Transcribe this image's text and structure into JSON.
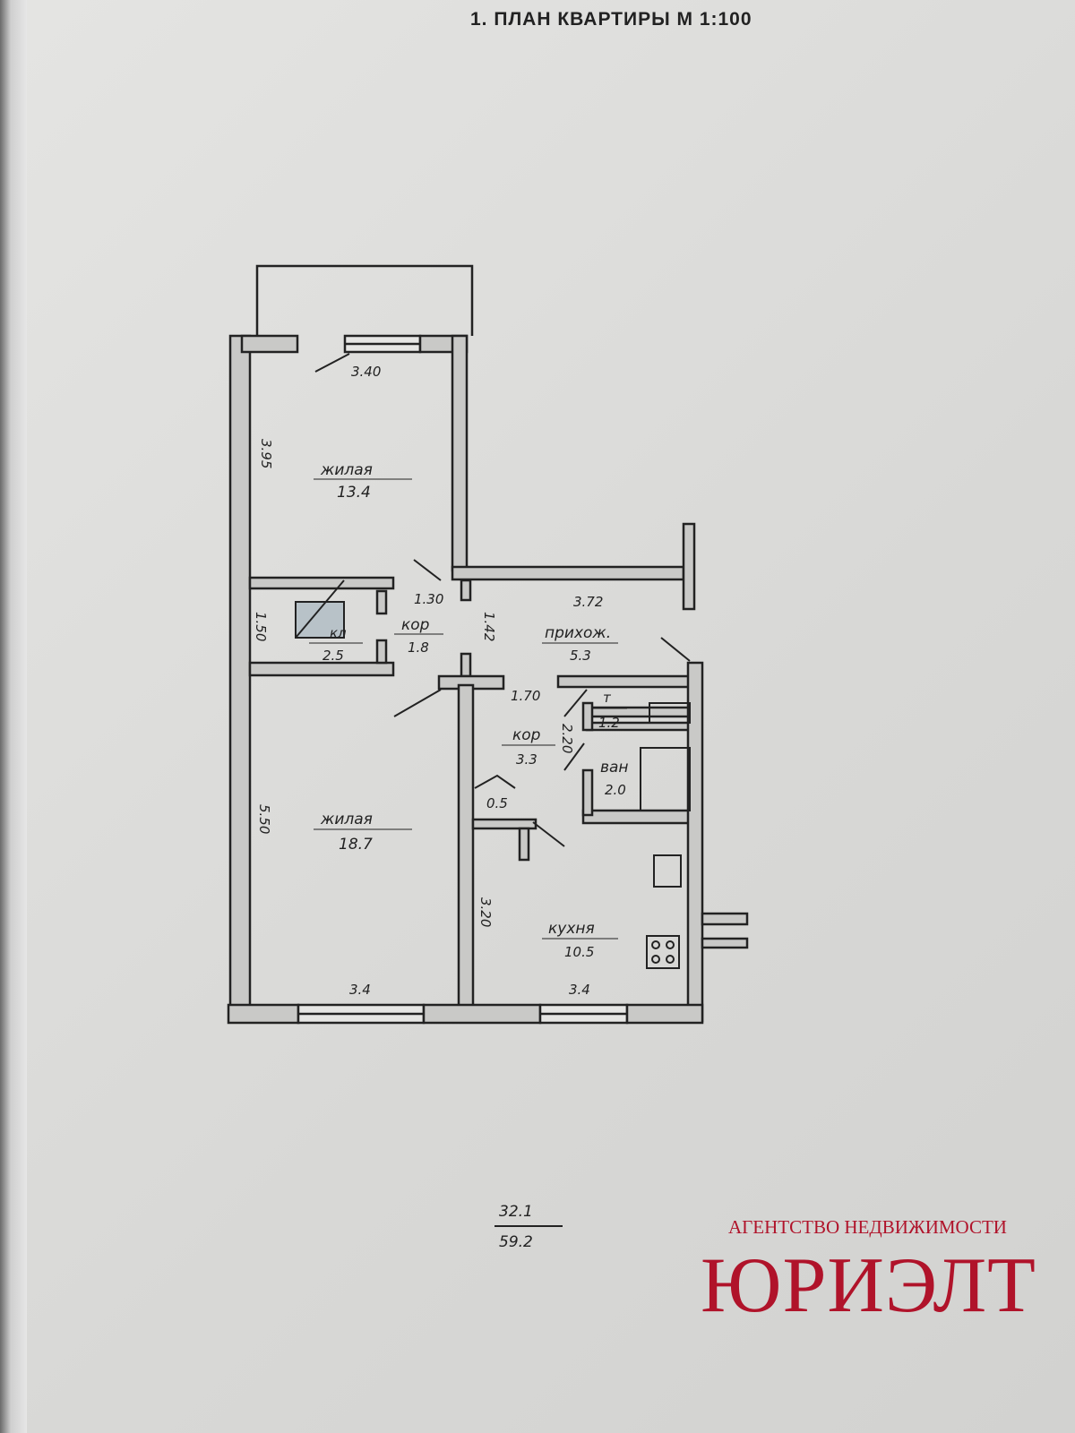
{
  "title": "1. ПЛАН КВАРТИРЫ М 1:100",
  "rooms": [
    {
      "name": "жилая",
      "area": "13.4"
    },
    {
      "name": "кл",
      "area": "2.5"
    },
    {
      "name": "кор",
      "area": "1.8"
    },
    {
      "name": "прихож.",
      "area": "5.3"
    },
    {
      "name": "т",
      "area": "1.2"
    },
    {
      "name": "кор",
      "area": "3.3"
    },
    {
      "name": "ван",
      "area": "2.0"
    },
    {
      "name": "жилая",
      "area": "18.7"
    },
    {
      "name": "кухня",
      "area": "10.5"
    },
    {
      "name": "",
      "area": "0.5"
    }
  ],
  "dimensions": {
    "top_room_width": "3.40",
    "top_room_length": "3.95",
    "closet_length": "1.50",
    "corridor_width": "1.30",
    "corridor_length": "1.42",
    "hall_length": "3.72",
    "corridor2_width": "1.70",
    "corridor2_length": "2.20",
    "bedroom_length": "5.50",
    "bedroom_width": "3.4",
    "kitchen_length": "3.20",
    "kitchen_width": "3.4"
  },
  "totals": {
    "living": "32.1",
    "total": "59.2"
  },
  "watermark": {
    "tagline": "АГЕНТСТВО НЕДВИЖИМОСТИ",
    "brand": "ЮРИЭЛТ"
  },
  "colors": {
    "brand": "#b0132a",
    "wall": "#c9c9c7",
    "ink": "#222222"
  }
}
